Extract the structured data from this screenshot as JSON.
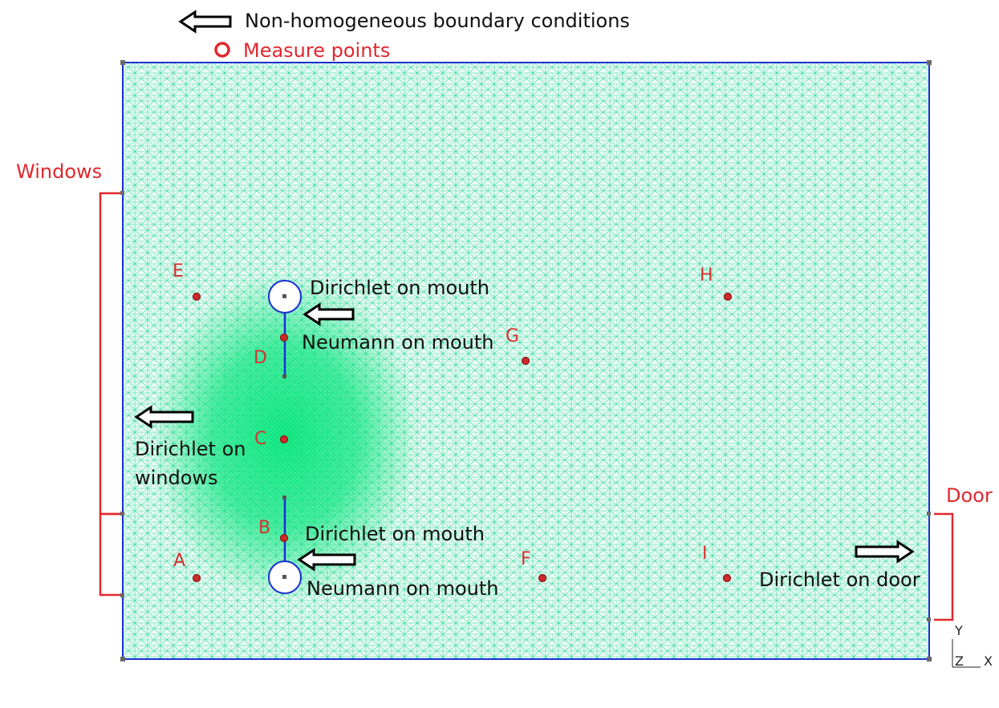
{
  "legend": {
    "arrow_label": "Non-homogeneous boundary conditions",
    "point_label": "Measure points"
  },
  "regions": {
    "windows_label": "Windows",
    "door_label": "Door"
  },
  "annotations": {
    "dirichlet_mouth_top": "Dirichlet on mouth",
    "neumann_mouth_top": "Neumann on mouth",
    "dirichlet_windows_line1": "Dirichlet on",
    "dirichlet_windows_line2": "windows",
    "dirichlet_mouth_bottom": "Dirichlet on mouth",
    "neumann_mouth_bottom": "Neumann on mouth",
    "dirichlet_door": "Dirichlet on door"
  },
  "points": [
    {
      "label": "A"
    },
    {
      "label": "B"
    },
    {
      "label": "C"
    },
    {
      "label": "D"
    },
    {
      "label": "E"
    },
    {
      "label": "F"
    },
    {
      "label": "G"
    },
    {
      "label": "H"
    },
    {
      "label": "I"
    }
  ],
  "axes": {
    "y": "Y",
    "z": "Z",
    "x": "X"
  },
  "colors": {
    "mesh": "#3bd9a0",
    "mesh_dense": "#00f07a",
    "boundary": "#1a2fd0",
    "marker": "#cc2a2a",
    "red_text": "#e0282e"
  }
}
